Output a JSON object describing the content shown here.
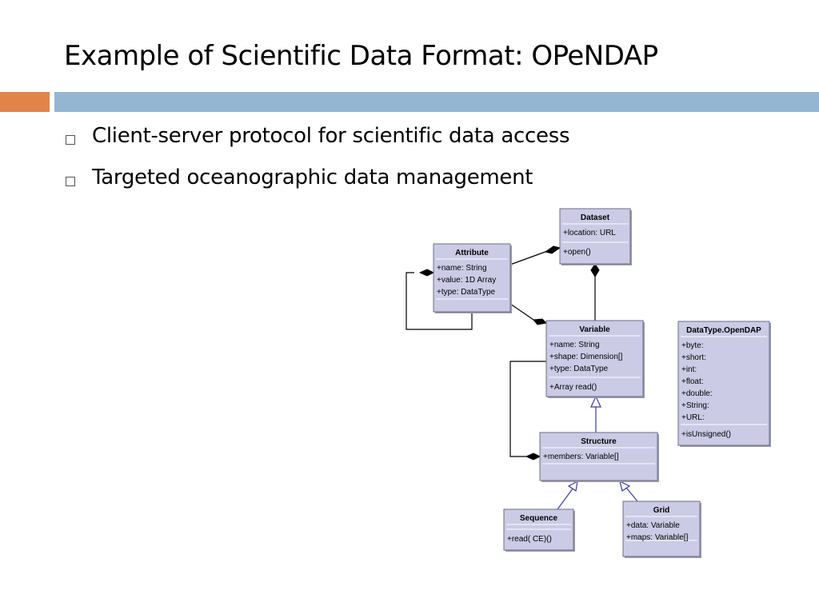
{
  "slide": {
    "title": "Example of Scientific Data Format: OPeNDAP",
    "bullets": [
      "Client-server protocol for scientific data access",
      "Targeted oceanographic data management"
    ]
  },
  "diagram": {
    "classes": {
      "dataset": {
        "name": "Dataset",
        "attributes": [
          "+location: URL"
        ],
        "methods": [
          "+open()"
        ]
      },
      "attribute": {
        "name": "Attribute",
        "attributes": [
          "+name: String",
          "+value: 1D Array",
          "+type: DataType"
        ],
        "methods": []
      },
      "variable": {
        "name": "Variable",
        "attributes": [
          "+name: String",
          "+shape: Dimension[]",
          "+type: DataType"
        ],
        "methods": [
          "+Array read()"
        ]
      },
      "datatype": {
        "name": "DataType.OpenDAP",
        "attributes": [
          "+byte:",
          "+short:",
          "+int:",
          "+float:",
          "+double:",
          "+String:",
          "+URL:"
        ],
        "methods": [
          "+isUnsigned()"
        ]
      },
      "structure": {
        "name": "Structure",
        "attributes": [
          "+members: Variable[]"
        ],
        "methods": []
      },
      "sequence": {
        "name": "Sequence",
        "attributes": [],
        "methods": [
          "+read( CE)()"
        ]
      },
      "grid": {
        "name": "Grid",
        "attributes": [
          "+data: Variable",
          "+maps: Variable[]"
        ],
        "methods": []
      }
    },
    "colors": {
      "box_fill": "#cbcbe6",
      "line": "#000000",
      "inherit_line": "#3a3aa0"
    }
  }
}
